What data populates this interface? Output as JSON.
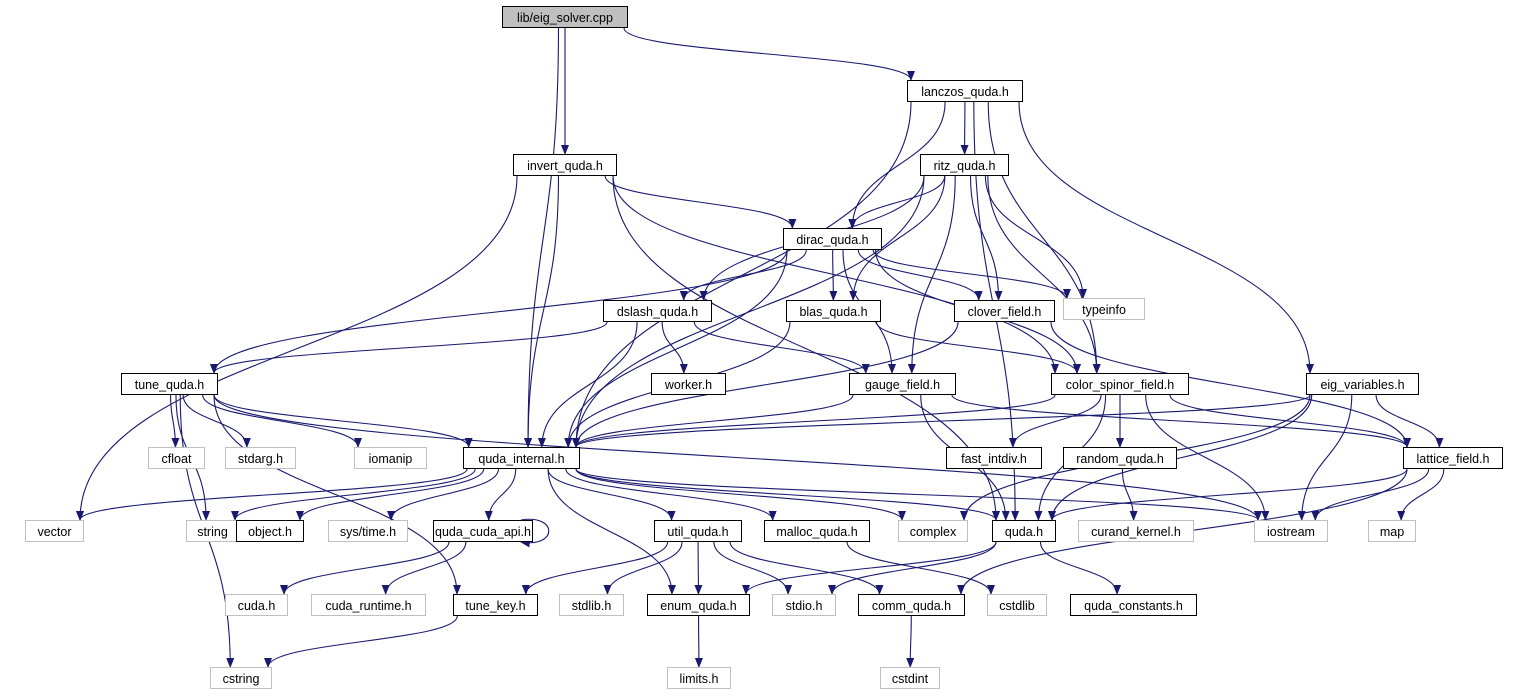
{
  "colors": {
    "edge": "#191970",
    "root_fill": "#bfbfbf",
    "external_border": "#bfbfbf",
    "internal_border": "#000000"
  },
  "nodes": [
    {
      "id": "eig_solver",
      "label": "lib/eig_solver.cpp",
      "kind": "root"
    },
    {
      "id": "lanczos",
      "label": "lanczos_quda.h",
      "kind": "internal"
    },
    {
      "id": "invert",
      "label": "invert_quda.h",
      "kind": "internal"
    },
    {
      "id": "ritz",
      "label": "ritz_quda.h",
      "kind": "internal"
    },
    {
      "id": "dirac",
      "label": "dirac_quda.h",
      "kind": "internal"
    },
    {
      "id": "typeinfo",
      "label": "typeinfo",
      "kind": "external"
    },
    {
      "id": "dslash",
      "label": "dslash_quda.h",
      "kind": "internal"
    },
    {
      "id": "blas",
      "label": "blas_quda.h",
      "kind": "internal"
    },
    {
      "id": "clover",
      "label": "clover_field.h",
      "kind": "internal"
    },
    {
      "id": "tune",
      "label": "tune_quda.h",
      "kind": "internal"
    },
    {
      "id": "worker",
      "label": "worker.h",
      "kind": "internal"
    },
    {
      "id": "gauge",
      "label": "gauge_field.h",
      "kind": "internal"
    },
    {
      "id": "csf",
      "label": "color_spinor_field.h",
      "kind": "internal"
    },
    {
      "id": "eigvar",
      "label": "eig_variables.h",
      "kind": "internal"
    },
    {
      "id": "cfloat",
      "label": "cfloat",
      "kind": "external"
    },
    {
      "id": "stdarg",
      "label": "stdarg.h",
      "kind": "external"
    },
    {
      "id": "iomanip",
      "label": "iomanip",
      "kind": "external"
    },
    {
      "id": "qinternal",
      "label": "quda_internal.h",
      "kind": "internal"
    },
    {
      "id": "fastint",
      "label": "fast_intdiv.h",
      "kind": "internal"
    },
    {
      "id": "random",
      "label": "random_quda.h",
      "kind": "internal"
    },
    {
      "id": "lattice",
      "label": "lattice_field.h",
      "kind": "internal"
    },
    {
      "id": "vector",
      "label": "vector",
      "kind": "external"
    },
    {
      "id": "string",
      "label": "string",
      "kind": "external"
    },
    {
      "id": "object",
      "label": "object.h",
      "kind": "internal"
    },
    {
      "id": "systime",
      "label": "sys/time.h",
      "kind": "external"
    },
    {
      "id": "cudaapi",
      "label": "quda_cuda_api.h",
      "kind": "internal"
    },
    {
      "id": "util",
      "label": "util_quda.h",
      "kind": "internal"
    },
    {
      "id": "malloc",
      "label": "malloc_quda.h",
      "kind": "internal"
    },
    {
      "id": "complex",
      "label": "complex",
      "kind": "external"
    },
    {
      "id": "quda",
      "label": "quda.h",
      "kind": "internal"
    },
    {
      "id": "curand",
      "label": "curand_kernel.h",
      "kind": "external"
    },
    {
      "id": "iostream",
      "label": "iostream",
      "kind": "external"
    },
    {
      "id": "map",
      "label": "map",
      "kind": "external"
    },
    {
      "id": "cudah",
      "label": "cuda.h",
      "kind": "external"
    },
    {
      "id": "cudart",
      "label": "cuda_runtime.h",
      "kind": "external"
    },
    {
      "id": "tunekey",
      "label": "tune_key.h",
      "kind": "internal"
    },
    {
      "id": "stdlib",
      "label": "stdlib.h",
      "kind": "external"
    },
    {
      "id": "enum",
      "label": "enum_quda.h",
      "kind": "internal"
    },
    {
      "id": "stdio",
      "label": "stdio.h",
      "kind": "external"
    },
    {
      "id": "comm",
      "label": "comm_quda.h",
      "kind": "internal"
    },
    {
      "id": "cstdlib",
      "label": "cstdlib",
      "kind": "external"
    },
    {
      "id": "qconst",
      "label": "quda_constants.h",
      "kind": "internal"
    },
    {
      "id": "cstring",
      "label": "cstring",
      "kind": "external"
    },
    {
      "id": "limits",
      "label": "limits.h",
      "kind": "external"
    },
    {
      "id": "cstdint",
      "label": "cstdint",
      "kind": "external"
    }
  ],
  "edges": [
    [
      "eig_solver",
      "invert"
    ],
    [
      "eig_solver",
      "lanczos"
    ],
    [
      "eig_solver",
      "qinternal"
    ],
    [
      "lanczos",
      "ritz"
    ],
    [
      "lanczos",
      "dirac"
    ],
    [
      "lanczos",
      "qinternal"
    ],
    [
      "lanczos",
      "csf"
    ],
    [
      "lanczos",
      "eigvar"
    ],
    [
      "lanczos",
      "quda"
    ],
    [
      "invert",
      "dirac"
    ],
    [
      "invert",
      "qinternal"
    ],
    [
      "invert",
      "vector"
    ],
    [
      "invert",
      "csf"
    ],
    [
      "invert",
      "quda"
    ],
    [
      "ritz",
      "dirac"
    ],
    [
      "ritz",
      "dslash"
    ],
    [
      "ritz",
      "blas"
    ],
    [
      "ritz",
      "clover"
    ],
    [
      "ritz",
      "typeinfo"
    ],
    [
      "ritz",
      "qinternal"
    ],
    [
      "ritz",
      "csf"
    ],
    [
      "ritz",
      "gauge"
    ],
    [
      "dirac",
      "dslash"
    ],
    [
      "dirac",
      "blas"
    ],
    [
      "dirac",
      "clover"
    ],
    [
      "dirac",
      "typeinfo"
    ],
    [
      "dirac",
      "gauge"
    ],
    [
      "dirac",
      "csf"
    ],
    [
      "dirac",
      "qinternal"
    ],
    [
      "dirac",
      "tune"
    ],
    [
      "dslash",
      "tune"
    ],
    [
      "dslash",
      "worker"
    ],
    [
      "dslash",
      "gauge"
    ],
    [
      "dslash",
      "qinternal"
    ],
    [
      "blas",
      "qinternal"
    ],
    [
      "blas",
      "csf"
    ],
    [
      "clover",
      "qinternal"
    ],
    [
      "clover",
      "lattice"
    ],
    [
      "tune",
      "cfloat"
    ],
    [
      "tune",
      "stdarg"
    ],
    [
      "tune",
      "iomanip"
    ],
    [
      "tune",
      "qinternal"
    ],
    [
      "tune",
      "string"
    ],
    [
      "tune",
      "tunekey"
    ],
    [
      "tune",
      "iostream"
    ],
    [
      "tune",
      "cstring"
    ],
    [
      "gauge",
      "qinternal"
    ],
    [
      "gauge",
      "quda"
    ],
    [
      "gauge",
      "lattice"
    ],
    [
      "csf",
      "qinternal"
    ],
    [
      "csf",
      "fastint"
    ],
    [
      "csf",
      "random"
    ],
    [
      "csf",
      "lattice"
    ],
    [
      "csf",
      "iostream"
    ],
    [
      "csf",
      "quda"
    ],
    [
      "eigvar",
      "qinternal"
    ],
    [
      "eigvar",
      "lattice"
    ],
    [
      "eigvar",
      "quda"
    ],
    [
      "eigvar",
      "complex"
    ],
    [
      "eigvar",
      "iostream"
    ],
    [
      "qinternal",
      "vector"
    ],
    [
      "qinternal",
      "string"
    ],
    [
      "qinternal",
      "object"
    ],
    [
      "qinternal",
      "systime"
    ],
    [
      "qinternal",
      "cudaapi"
    ],
    [
      "qinternal",
      "util"
    ],
    [
      "qinternal",
      "malloc"
    ],
    [
      "qinternal",
      "complex"
    ],
    [
      "qinternal",
      "quda"
    ],
    [
      "qinternal",
      "enum"
    ],
    [
      "qinternal",
      "iostream"
    ],
    [
      "cudaapi",
      "cudaapi"
    ],
    [
      "cudaapi",
      "cudah"
    ],
    [
      "cudaapi",
      "cudart"
    ],
    [
      "util",
      "tunekey"
    ],
    [
      "util",
      "stdlib"
    ],
    [
      "util",
      "enum"
    ],
    [
      "util",
      "stdio"
    ],
    [
      "util",
      "comm"
    ],
    [
      "malloc",
      "cstdlib"
    ],
    [
      "random",
      "curand"
    ],
    [
      "lattice",
      "quda"
    ],
    [
      "lattice",
      "iostream"
    ],
    [
      "lattice",
      "map"
    ],
    [
      "lattice",
      "comm"
    ],
    [
      "quda",
      "enum"
    ],
    [
      "quda",
      "stdio"
    ],
    [
      "quda",
      "qconst"
    ],
    [
      "tunekey",
      "cstring"
    ],
    [
      "enum",
      "limits"
    ],
    [
      "comm",
      "cstdint"
    ]
  ]
}
